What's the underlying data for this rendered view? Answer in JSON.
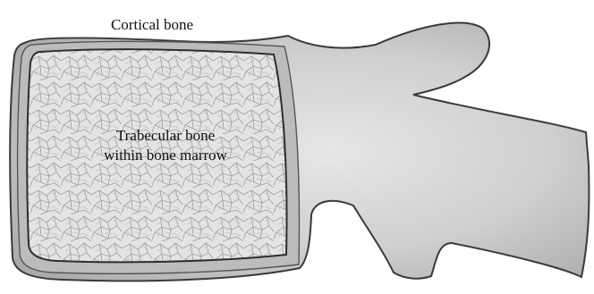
{
  "labels": {
    "cortical": "Cortical bone",
    "trabecular_line1": "Trabecular bone",
    "trabecular_line2": "within bone marrow"
  },
  "colors": {
    "cortical_fill": "#bdbdbd",
    "body_fill": "#cfcfcf",
    "outline": "#3a3a3a",
    "marrow_fill": "#e2e2e2",
    "trabecular_stroke": "#9a9a9a"
  }
}
